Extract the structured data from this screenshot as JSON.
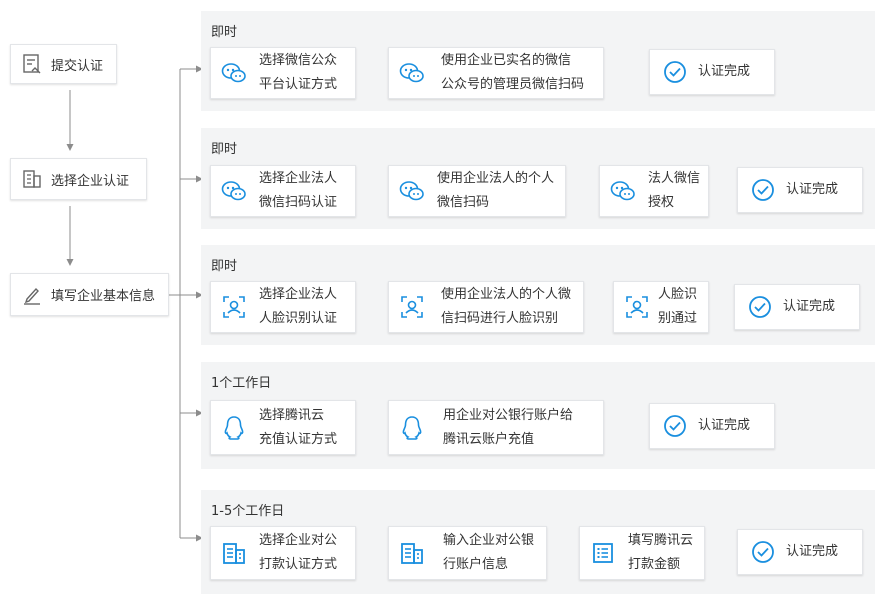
{
  "left_steps": [
    {
      "id": "submit",
      "label": "提交认证",
      "icon": "document-edit-icon"
    },
    {
      "id": "choose",
      "label": "选择企业认证",
      "icon": "building-doc-icon"
    },
    {
      "id": "fill",
      "label": "填写企业基本信息",
      "icon": "pen-write-icon"
    }
  ],
  "panels": [
    {
      "title": "即时",
      "steps": [
        {
          "line1": "选择微信公众",
          "line2": "平台认证方式",
          "icon": "wechat-icon"
        },
        {
          "line1": "使用企业已实名的微信",
          "line2": "公众号的管理员微信扫码",
          "icon": "wechat-icon"
        },
        {
          "line1": "认证完成",
          "line2": "",
          "icon": "check-circle-icon"
        }
      ]
    },
    {
      "title": "即时",
      "steps": [
        {
          "line1": "选择企业法人",
          "line2": "微信扫码认证",
          "icon": "wechat-icon"
        },
        {
          "line1": "使用企业法人的个人",
          "line2": "微信扫码",
          "icon": "wechat-icon"
        },
        {
          "line1": "法人微信",
          "line2": "授权",
          "icon": "wechat-icon"
        },
        {
          "line1": "认证完成",
          "line2": "",
          "icon": "check-circle-icon"
        }
      ]
    },
    {
      "title": "即时",
      "steps": [
        {
          "line1": "选择企业法人",
          "line2": "人脸识别认证",
          "icon": "face-scan-icon"
        },
        {
          "line1": "使用企业法人的个人微",
          "line2": "信扫码进行人脸识别",
          "icon": "face-scan-icon"
        },
        {
          "line1": "人脸识",
          "line2": "别通过",
          "icon": "face-scan-icon"
        },
        {
          "line1": "认证完成",
          "line2": "",
          "icon": "check-circle-icon"
        }
      ]
    },
    {
      "title": "1个工作日",
      "steps": [
        {
          "line1": "选择腾讯云",
          "line2": "充值认证方式",
          "icon": "qq-penguin-icon"
        },
        {
          "line1": "用企业对公银行账户给",
          "line2": "腾讯云账户充值",
          "icon": "qq-penguin-icon"
        },
        {
          "line1": "认证完成",
          "line2": "",
          "icon": "check-circle-icon"
        }
      ]
    },
    {
      "title": "1-5个工作日",
      "steps": [
        {
          "line1": "选择企业对公",
          "line2": "打款认证方式",
          "icon": "bank-building-icon"
        },
        {
          "line1": "输入企业对公银",
          "line2": "行账户信息",
          "icon": "bank-building-icon"
        },
        {
          "line1": "填写腾讯云",
          "line2": "打款金额",
          "icon": "form-list-icon"
        },
        {
          "line1": "认证完成",
          "line2": "",
          "icon": "check-circle-icon"
        }
      ]
    }
  ],
  "colors": {
    "accent": "#1a8fdf",
    "line": "#8c8c8c",
    "panel_bg": "#f3f4f5",
    "left_icon": "#666666"
  }
}
